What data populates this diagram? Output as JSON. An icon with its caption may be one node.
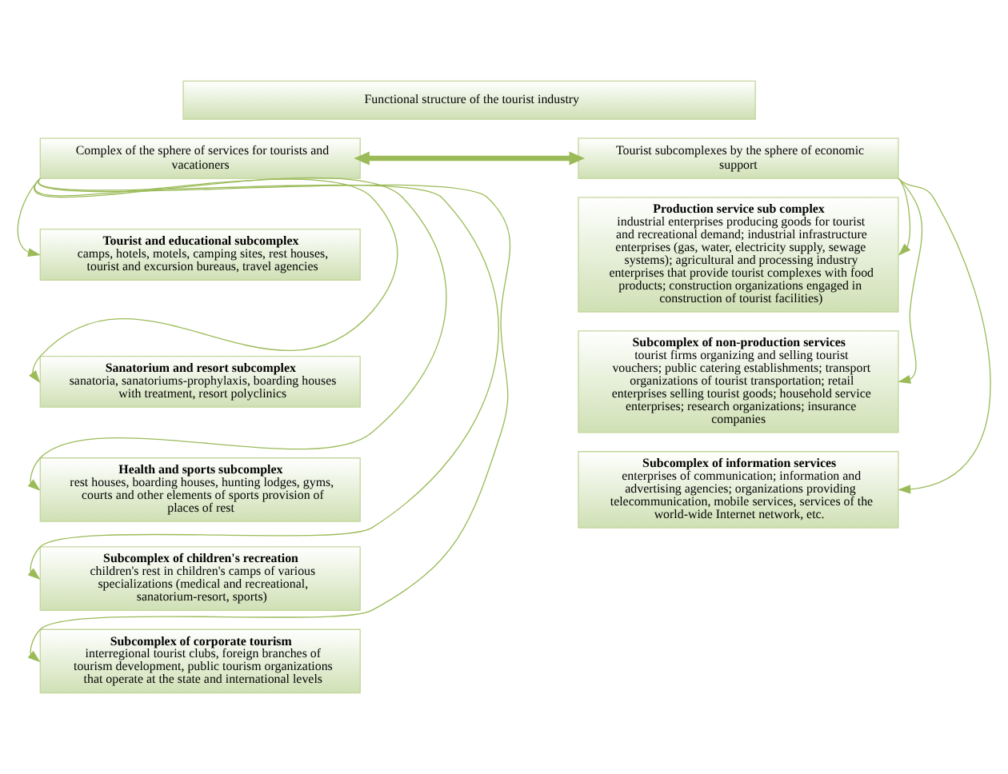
{
  "diagram": {
    "nodes": [
      {
        "text": [
          "Functional structure of the tourist industry"
        ]
      },
      {
        "text": [
          "Complex of the sphere of services for tourists and vacationers"
        ]
      },
      {
        "text": [
          "Tourist subcomplexes by the sphere of economic support"
        ]
      },
      {
        "text": [
          "Tourist and educational subcomplex",
          "camps, hotels, motels, camping sites, rest houses, tourist and excursion bureaus, travel agencies"
        ]
      },
      {
        "text": [
          "Sanatorium and resort subcomplex",
          "sanatoria, sanatoriums-prophylaxis, boarding houses with treatment, resort polyclinics"
        ]
      },
      {
        "text": [
          "Health and sports subcomplex",
          "rest houses, boarding houses, hunting lodges, gyms, courts and other elements of sports provision of places of rest"
        ]
      },
      {
        "text": [
          "Subcomplex of children's recreation",
          "children's rest in children's camps of various specializations (medical and recreational, sanatorium-resort, sports)"
        ]
      },
      {
        "text": [
          "Subcomplex of corporate tourism",
          "interregional tourist clubs, foreign branches of tourism development, public tourism organizations that operate at the state and international levels"
        ]
      },
      {
        "text": [
          "Production service sub complex",
          "industrial enterprises producing goods for tourist and recreational demand; industrial infrastructure enterprises (gas, water, electricity supply, sewage systems); agricultural and processing industry enterprises that provide tourist complexes with food products; construction organizations engaged in construction of tourist facilities)"
        ]
      },
      {
        "text": [
          "Subcomplex of non-production services",
          "tourist firms organizing and selling tourist vouchers; public catering establishments; transport organizations of tourist transportation; retail enterprises selling tourist goods; household service enterprises; research organizations; insurance companies"
        ]
      },
      {
        "text": [
          "Subcomplex of information services",
          "enterprises of communication; information and advertising agencies; organizations providing telecommunication, mobile services, services of the world-wide Internet network, etc."
        ]
      }
    ],
    "edges": [
      {
        "from": 1,
        "to": 2,
        "arrow": "both",
        "style": "thick"
      },
      {
        "from": 1,
        "to": 3,
        "arrow": "to"
      },
      {
        "from": 1,
        "to": 4,
        "arrow": "to"
      },
      {
        "from": 1,
        "to": 5,
        "arrow": "to"
      },
      {
        "from": 1,
        "to": 6,
        "arrow": "to"
      },
      {
        "from": 1,
        "to": 7,
        "arrow": "to"
      },
      {
        "from": 2,
        "to": 8,
        "arrow": "to"
      },
      {
        "from": 2,
        "to": 9,
        "arrow": "to"
      },
      {
        "from": 2,
        "to": 10,
        "arrow": "to"
      }
    ]
  }
}
